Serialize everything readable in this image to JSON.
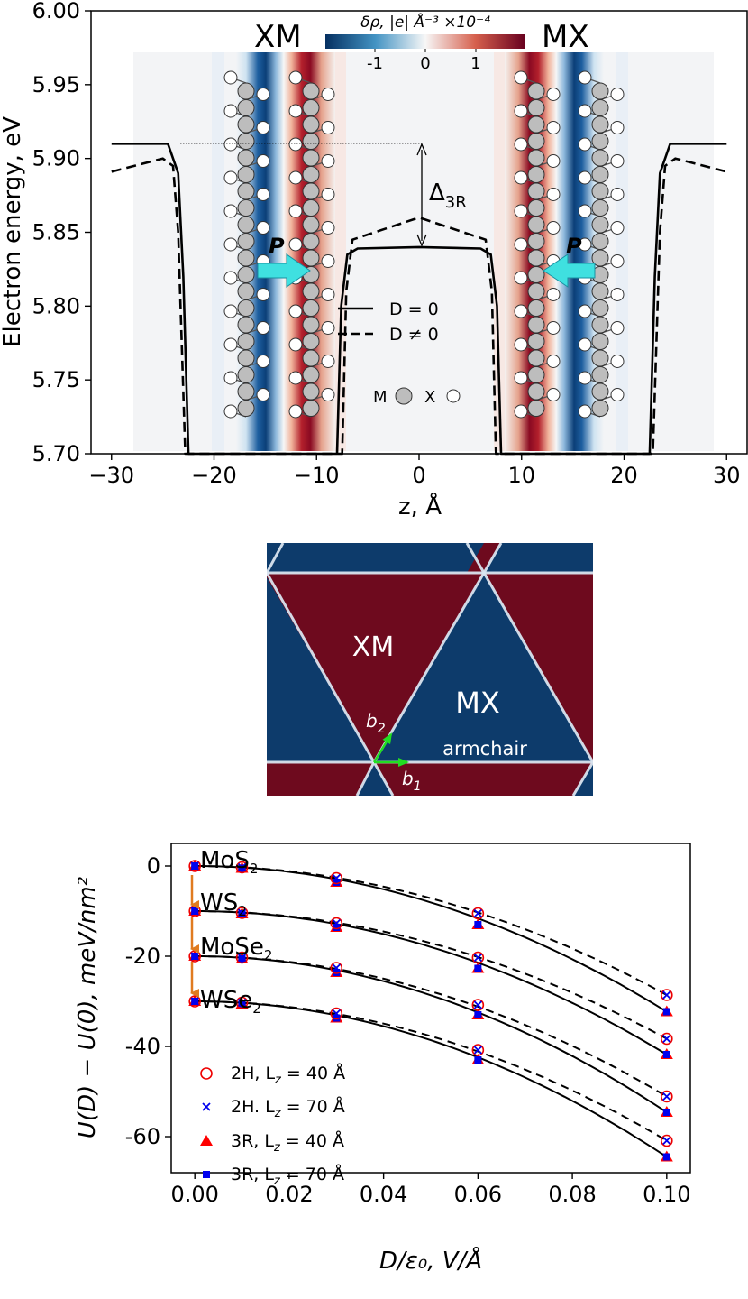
{
  "colors": {
    "red": "#6e0a1e",
    "blue": "#0d3b6b",
    "arrow_cyan": "#3fe0e0",
    "arrow_orange": "#e07b20",
    "vec_green": "#22dd22"
  },
  "chart_data": [
    {
      "type": "line",
      "ylabel": "Electron energy, eV",
      "xlabel": "z, Å",
      "xlim": [
        -32,
        32
      ],
      "ylim": [
        5.7,
        6.0
      ],
      "xticks": [
        "−30",
        "−20",
        "−10",
        "0",
        "10",
        "20",
        "30"
      ],
      "yticks": [
        "5.70",
        "5.75",
        "5.80",
        "5.85",
        "5.90",
        "5.95",
        "6.00"
      ],
      "colorbar": {
        "label": "δρ, |e| Å⁻³ ×10⁻⁴",
        "ticks": [
          "-1",
          "0",
          "1"
        ]
      },
      "labels": {
        "left": "XM",
        "right": "MX",
        "delta": "Δ",
        "delta_sub": "3R",
        "p": "P",
        "atom_m": "M",
        "atom_x": "X"
      },
      "legend": [
        {
          "label": "D = 0",
          "style": "solid"
        },
        {
          "label": "D ≠ 0",
          "style": "dashed"
        }
      ],
      "series": [
        {
          "name": "D = 0",
          "points": [
            [
              -30,
              5.91
            ],
            [
              -24.5,
              5.91
            ],
            [
              -23.5,
              5.89
            ],
            [
              -23,
              5.82
            ],
            [
              -22.5,
              5.7
            ],
            [
              -8,
              5.7
            ],
            [
              -7.6,
              5.8
            ],
            [
              -7,
              5.835
            ],
            [
              -6,
              5.839
            ],
            [
              0,
              5.84
            ],
            [
              6,
              5.839
            ],
            [
              7,
              5.835
            ],
            [
              7.6,
              5.8
            ],
            [
              8,
              5.7
            ],
            [
              22.5,
              5.7
            ],
            [
              23,
              5.82
            ],
            [
              23.5,
              5.89
            ],
            [
              24.5,
              5.91
            ],
            [
              30,
              5.91
            ]
          ]
        },
        {
          "name": "D ≠ 0",
          "points": [
            [
              -30,
              5.891
            ],
            [
              -25,
              5.9
            ],
            [
              -24,
              5.895
            ],
            [
              -23.5,
              5.85
            ],
            [
              -22.8,
              5.7
            ],
            [
              -7.5,
              5.7
            ],
            [
              -7.1,
              5.81
            ],
            [
              -6.5,
              5.845
            ],
            [
              0,
              5.86
            ],
            [
              6.5,
              5.845
            ],
            [
              7.1,
              5.81
            ],
            [
              7.5,
              5.7
            ],
            [
              22.8,
              5.7
            ],
            [
              23.5,
              5.85
            ],
            [
              24,
              5.895
            ],
            [
              25,
              5.9
            ],
            [
              30,
              5.891
            ]
          ]
        }
      ]
    },
    {
      "type": "heatmap",
      "labels": {
        "xm": "XM",
        "mx": "MX",
        "armchair": "armchair",
        "b1": "b",
        "b1_sub": "1",
        "b2": "b",
        "b2_sub": "2"
      }
    },
    {
      "type": "scatter",
      "xlabel": "D/ε₀,  V/Å",
      "ylabel": "U(D) − U(0),  meV/nm²",
      "xlim": [
        -0.005,
        0.105
      ],
      "ylim": [
        -68,
        5
      ],
      "xticks": [
        "0.00",
        "0.02",
        "0.04",
        "0.06",
        "0.08",
        "0.10"
      ],
      "yticks": [
        "0",
        "-20",
        "-40",
        "-60"
      ],
      "x": [
        0,
        0.01,
        0.03,
        0.06,
        0.1
      ],
      "materials": [
        {
          "name": "MoS",
          "sub": "2",
          "offset": 0,
          "y2H": [
            0,
            -0.3,
            -2.7,
            -10.5,
            -28.6
          ],
          "y3R": [
            0,
            -0.5,
            -3.6,
            -13,
            -32.3
          ]
        },
        {
          "name": "WS",
          "sub": "2",
          "offset": -10,
          "y2H": [
            -10,
            -10.4,
            -12.7,
            -20.3,
            -38.3
          ],
          "y3R": [
            -10,
            -10.6,
            -13.6,
            -22.7,
            -41.8
          ]
        },
        {
          "name": "MoSe",
          "sub": "2",
          "offset": -20,
          "y2H": [
            -20,
            -20.3,
            -22.6,
            -30.8,
            -51.1
          ],
          "y3R": [
            -20,
            -20.6,
            -23.6,
            -33,
            -54.6
          ]
        },
        {
          "name": "WSe",
          "sub": "2",
          "offset": -30,
          "y2H": [
            -30,
            -30.3,
            -32.7,
            -40.8,
            -60.9
          ],
          "y3R": [
            -30,
            -30.6,
            -33.7,
            -43,
            -64.5
          ]
        }
      ],
      "legend": [
        {
          "label": "2H, L",
          "sub": "z",
          "tail": " = 40 Å",
          "marker": "circle"
        },
        {
          "label": "2H. L",
          "sub": "z",
          "tail": " = 70 Å",
          "marker": "x"
        },
        {
          "label": "3R, L",
          "sub": "z",
          "tail": " = 40 Å",
          "marker": "triangle"
        },
        {
          "label": "3R, L",
          "sub": "z",
          "tail": " = 70 Å",
          "marker": "square"
        }
      ]
    }
  ]
}
